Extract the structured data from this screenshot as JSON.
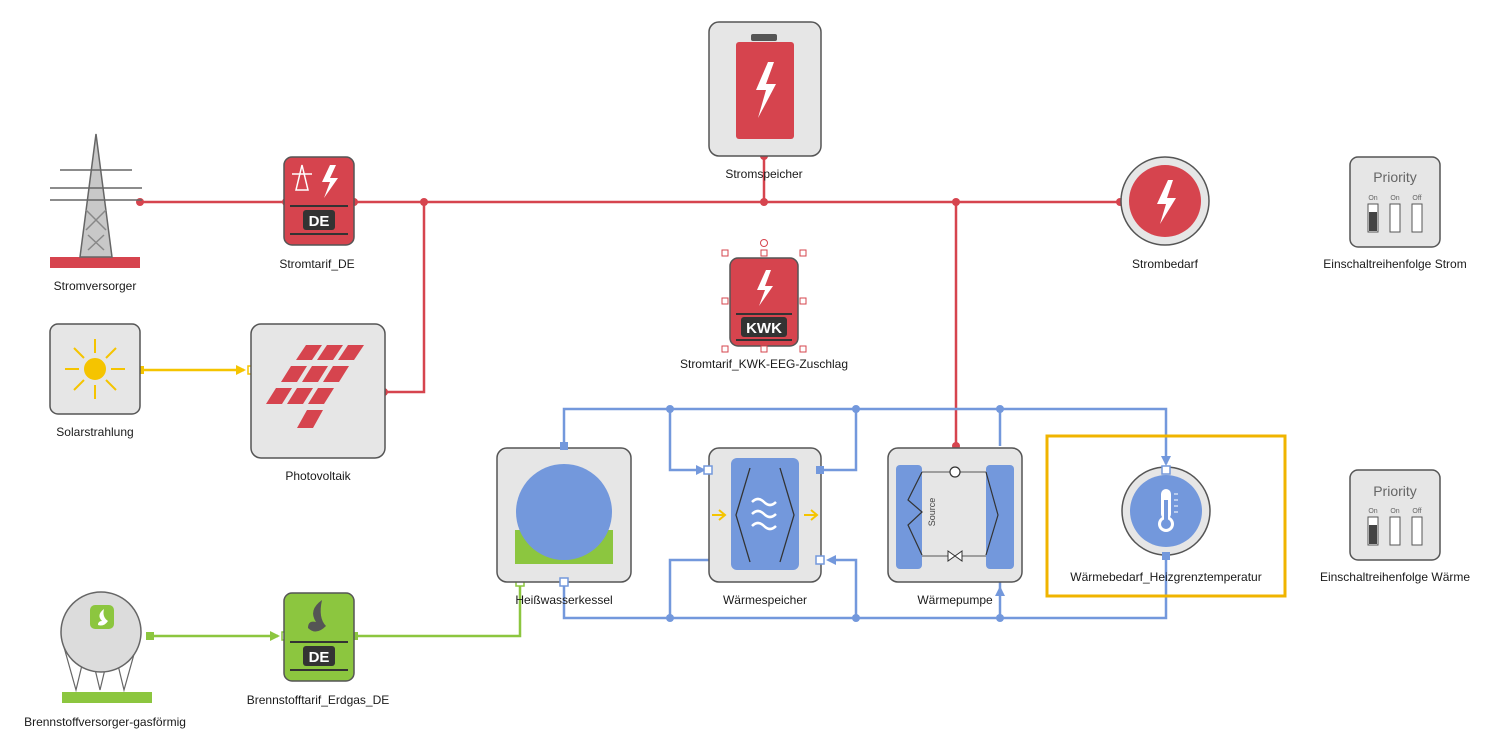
{
  "colors": {
    "electric": "#d6444e",
    "heat": "#7398dc",
    "solar": "#f5c400",
    "gas": "#8cc63f",
    "box_fill": "#e6e6e6",
    "box_stroke": "#555555",
    "selection": "#f0b400"
  },
  "nodes": {
    "stromversorger": {
      "label": "Stromversorger",
      "icon": "power-pylon-icon"
    },
    "stromtarif_de": {
      "label": "Stromtarif_DE",
      "badge": "DE",
      "icon": "electric-tariff-icon"
    },
    "stromspeicher": {
      "label": "Stromspeicher",
      "icon": "battery-icon"
    },
    "strombedarf": {
      "label": "Strombedarf",
      "icon": "electric-demand-icon"
    },
    "einschalt_strom": {
      "label": "Einschaltreihenfolge Strom",
      "title": "Priority",
      "switches": [
        "On",
        "On",
        "Off"
      ]
    },
    "stromtarif_kwk": {
      "label": "Stromtarif_KWK-EEG-Zuschlag",
      "badge": "KWK",
      "icon": "kwk-tariff-icon"
    },
    "solarstrahlung": {
      "label": "Solarstrahlung",
      "icon": "sun-icon"
    },
    "photovoltaik": {
      "label": "Photovoltaik",
      "icon": "solar-panel-icon"
    },
    "heisswasserkessel": {
      "label": "Heißwasserkessel",
      "icon": "boiler-icon"
    },
    "waermespeicher": {
      "label": "Wärmespeicher",
      "icon": "heat-storage-icon"
    },
    "waermepumpe": {
      "label": "Wärmepumpe",
      "source_text": "Source",
      "icon": "heat-pump-icon"
    },
    "waermebedarf": {
      "label": "Wärmebedarf_Heizgrenztemperatur",
      "icon": "thermometer-icon"
    },
    "einschalt_waerme": {
      "label": "Einschaltreihenfolge Wärme",
      "title": "Priority",
      "switches": [
        "On",
        "On",
        "Off"
      ]
    },
    "brennstoffversorger": {
      "label": "Brennstoffversorger-gasförmig",
      "icon": "gas-tank-icon"
    },
    "brennstofftarif": {
      "label": "Brennstofftarif_Erdgas_DE",
      "badge": "DE",
      "icon": "gas-tariff-icon"
    }
  }
}
